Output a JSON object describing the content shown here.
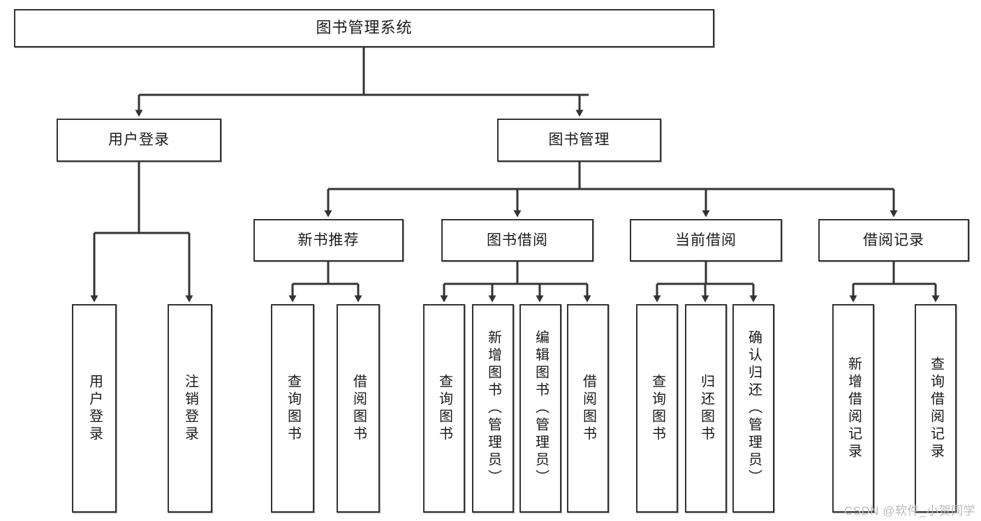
{
  "diagram": {
    "title": "图书管理系统",
    "type": "tree-hierarchy",
    "stroke_color": "#333333",
    "text_color": "#1a1a1a",
    "background_color": "#ffffff",
    "watermark": "CSDN @软件_小贺同学"
  },
  "nodes": {
    "root": {
      "label": "图书管理系统"
    },
    "level2": [
      {
        "id": "user-login",
        "label": "用户登录"
      },
      {
        "id": "book-manage",
        "label": "图书管理"
      }
    ],
    "level3": [
      {
        "id": "new-book-recommend",
        "label": "新书推荐"
      },
      {
        "id": "book-borrow",
        "label": "图书借阅"
      },
      {
        "id": "current-borrow",
        "label": "当前借阅"
      },
      {
        "id": "borrow-record",
        "label": "借阅记录"
      }
    ],
    "leaves": {
      "user_login": [
        {
          "id": "leaf-user-login",
          "label": "用户登录"
        },
        {
          "id": "leaf-logout-login",
          "label": "注销登录"
        }
      ],
      "new_book_recommend": [
        {
          "id": "leaf-query-book-1",
          "label": "查询图书"
        },
        {
          "id": "leaf-borrow-book-1",
          "label": "借阅图书"
        }
      ],
      "book_borrow": [
        {
          "id": "leaf-query-book-2",
          "label": "查询图书"
        },
        {
          "id": "leaf-add-book",
          "label": "新增图书（管理员）"
        },
        {
          "id": "leaf-edit-book",
          "label": "编辑图书（管理员）"
        },
        {
          "id": "leaf-borrow-book-2",
          "label": "借阅图书"
        }
      ],
      "current_borrow": [
        {
          "id": "leaf-query-book-3",
          "label": "查询图书"
        },
        {
          "id": "leaf-return-book",
          "label": "归还图书"
        },
        {
          "id": "leaf-confirm-return",
          "label": "确认归还（管理员）"
        }
      ],
      "borrow_record": [
        {
          "id": "leaf-add-record",
          "label": "新增借阅记录"
        },
        {
          "id": "leaf-query-record",
          "label": "查询借阅记录"
        }
      ]
    }
  }
}
